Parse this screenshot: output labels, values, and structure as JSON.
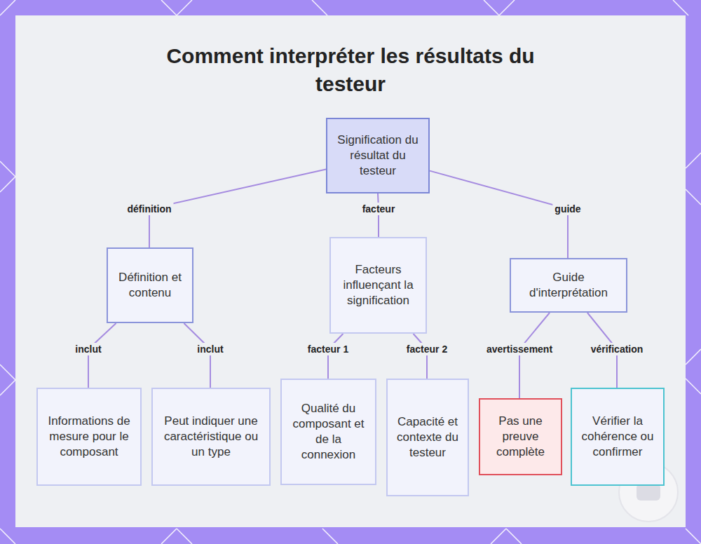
{
  "diagram": {
    "title": "Comment interpréter les résultats du testeur",
    "nodes": [
      {
        "text": [
          "Signification du résultat du testeur"
        ]
      },
      {
        "text": [
          "Définition et contenu"
        ]
      },
      {
        "text": [
          "Facteurs influençant la signification"
        ]
      },
      {
        "text": [
          "Guide d'interprétation"
        ]
      },
      {
        "text": [
          "Informations de mesure pour le composant"
        ]
      },
      {
        "text": [
          "Peut indiquer une caractéristique ou un type"
        ]
      },
      {
        "text": [
          "Qualité du composant et de la connexion"
        ]
      },
      {
        "text": [
          "Capacité et contexte du testeur"
        ]
      },
      {
        "text": [
          "Pas une preuve complète"
        ]
      },
      {
        "text": [
          "Vérifier la cohérence ou confirmer"
        ]
      }
    ],
    "edges": [
      {
        "from": 0,
        "to": 1,
        "label": "définition",
        "arrow": "none"
      },
      {
        "from": 0,
        "to": 2,
        "label": "facteur",
        "arrow": "none"
      },
      {
        "from": 0,
        "to": 3,
        "label": "guide",
        "arrow": "none"
      },
      {
        "from": 1,
        "to": 4,
        "label": "inclut",
        "arrow": "none"
      },
      {
        "from": 1,
        "to": 5,
        "label": "inclut",
        "arrow": "none"
      },
      {
        "from": 2,
        "to": 6,
        "label": "facteur 1",
        "arrow": "none"
      },
      {
        "from": 2,
        "to": 7,
        "label": "facteur 2",
        "arrow": "none"
      },
      {
        "from": 3,
        "to": 8,
        "label": "avertissement",
        "arrow": "none"
      },
      {
        "from": 3,
        "to": 9,
        "label": "vérification",
        "arrow": "none"
      }
    ]
  }
}
